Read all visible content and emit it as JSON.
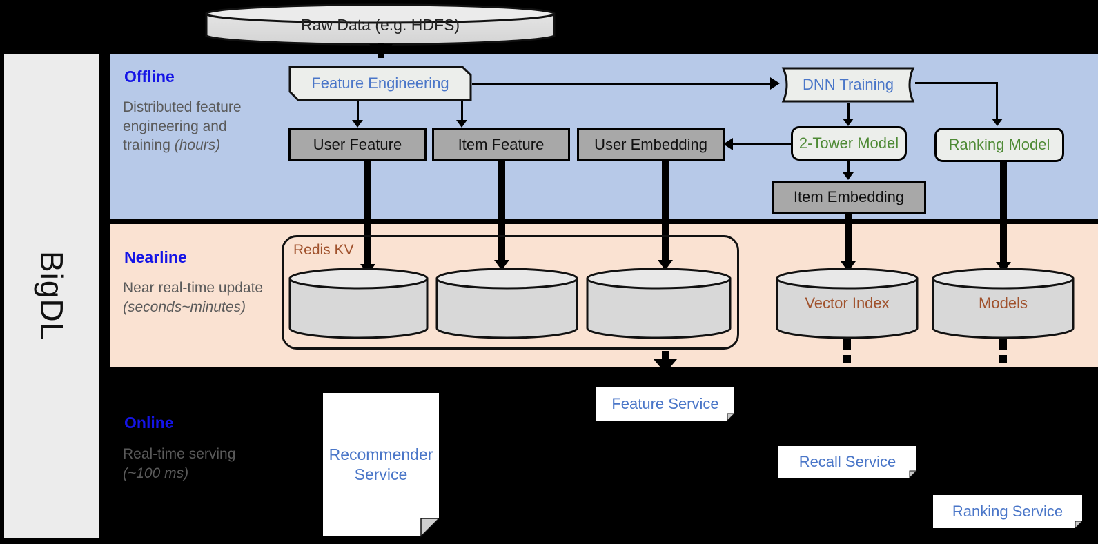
{
  "framework": {
    "name": "BigDL"
  },
  "source": {
    "label": "Raw Data (e.g. HDFS)"
  },
  "stages": [
    {
      "id": "offline",
      "title": "Offline",
      "subtitle_plain": "Distributed feature engineering and training ",
      "subtitle_italic": "(hours)"
    },
    {
      "id": "nearline",
      "title": "Nearline",
      "subtitle_plain": "Near real-time update ",
      "subtitle_italic": "(seconds~minutes)"
    },
    {
      "id": "online",
      "title": "Online",
      "subtitle_plain": "Real-time serving ",
      "subtitle_italic": "(~100 ms)"
    }
  ],
  "offline": {
    "feature_engineering": "Feature Engineering",
    "dnn_training": "DNN Training",
    "user_feature": "User Feature",
    "item_feature": "Item Feature",
    "user_embedding": "User Embedding",
    "item_embedding": "Item Embedding",
    "two_tower_model": "2-Tower Model",
    "ranking_model": "Ranking Model"
  },
  "nearline": {
    "redis_kv": "Redis KV",
    "stores": [
      "",
      "",
      ""
    ],
    "vector_index": "Vector Index",
    "models": "Models"
  },
  "online": {
    "recommender_service": "Recommender Service",
    "feature_service": "Feature Service",
    "recall_service": "Recall Service",
    "ranking_service": "Ranking Service"
  },
  "colors": {
    "offline_band": "#b7c9e8",
    "nearline_band": "#fae2d2",
    "online_band": "#000000",
    "stage_title": "#1414e6",
    "stage_subtitle": "#5a5a5a",
    "blue_text": "#4a76c8",
    "green_text": "#4e8a35",
    "store_text": "#a0522d",
    "gray_box": "#a8a8a8",
    "light_box": "#eceeeb",
    "sidebar": "#ececec"
  }
}
